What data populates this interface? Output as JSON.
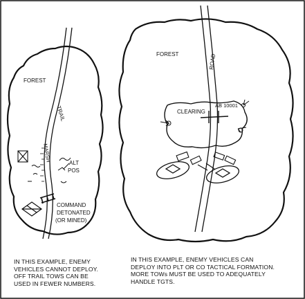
{
  "left_panel": {
    "forest_label": "FOREST",
    "trail_label": "TRAIL",
    "marsh_label": "MARSH",
    "alt_pos_label": [
      "ALT",
      "POS"
    ],
    "command_label": [
      "COMMAND",
      "DETONATED",
      "(OR MINED)"
    ],
    "caption": [
      "IN THIS EXAMPLE, ENEMY",
      "VEHICLES CANNOT DEPLOY.",
      "OFF TRAIL TOWS CAN BE",
      "USED IN FEWER NUMBERS."
    ]
  },
  "right_panel": {
    "forest_label": "FOREST",
    "road_label": "ROAD",
    "clearing_label": "CLEARING",
    "grid_label": "AB 10001",
    "caption": [
      "IN THIS EXAMPLE, ENEMY VEHICLES CAN",
      "DEPLOY INTO PLT OR CO TACTICAL FORMATION.",
      "MORE TOWs MUST BE USED TO ADEQUATELY",
      "HANDLE TGTS."
    ]
  }
}
